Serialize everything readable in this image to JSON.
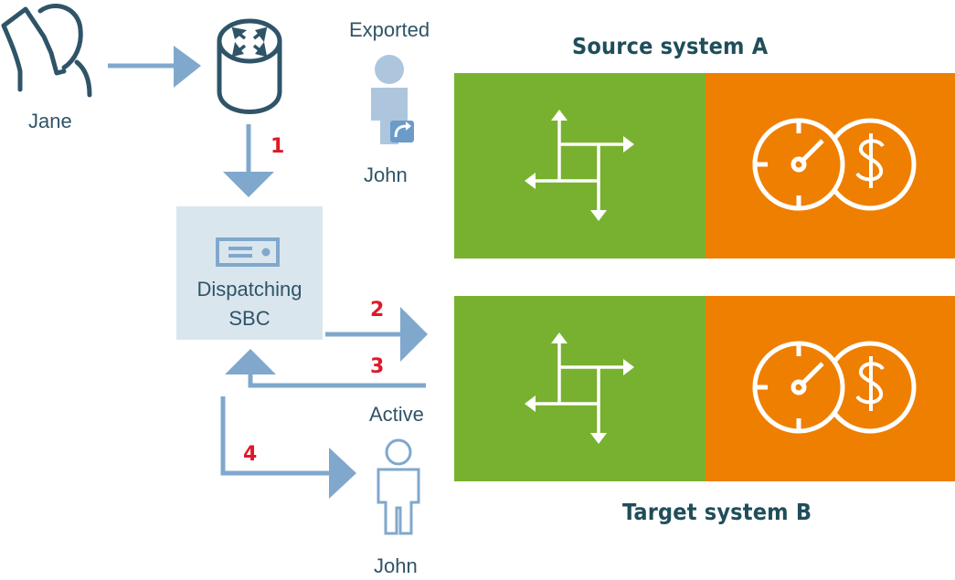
{
  "actors": {
    "jane": {
      "label": "Jane"
    },
    "john_exported": {
      "status": "Exported",
      "label": "John"
    },
    "john_active": {
      "status": "Active",
      "label": "John"
    }
  },
  "sbc": {
    "line1": "Dispatching",
    "line2": "SBC"
  },
  "steps": [
    "1",
    "2",
    "3",
    "4"
  ],
  "systems": {
    "source": {
      "title": "Source system A"
    },
    "target": {
      "title": "Target system B"
    }
  },
  "colors": {
    "green": "#78b12f",
    "orange": "#ef7f00",
    "arrow": "#80a8cc",
    "title": "#1f4e5a",
    "step": "#e0182a",
    "box": "#dae6ee"
  },
  "icons": {
    "jane": "user-with-headset-icon",
    "router": "router-icon",
    "john_exported": "user-export-icon",
    "sbc": "server-icon",
    "flow": "routing-arrows-icon",
    "billing": "timer-dollar-icon",
    "john_active": "user-outline-icon"
  }
}
